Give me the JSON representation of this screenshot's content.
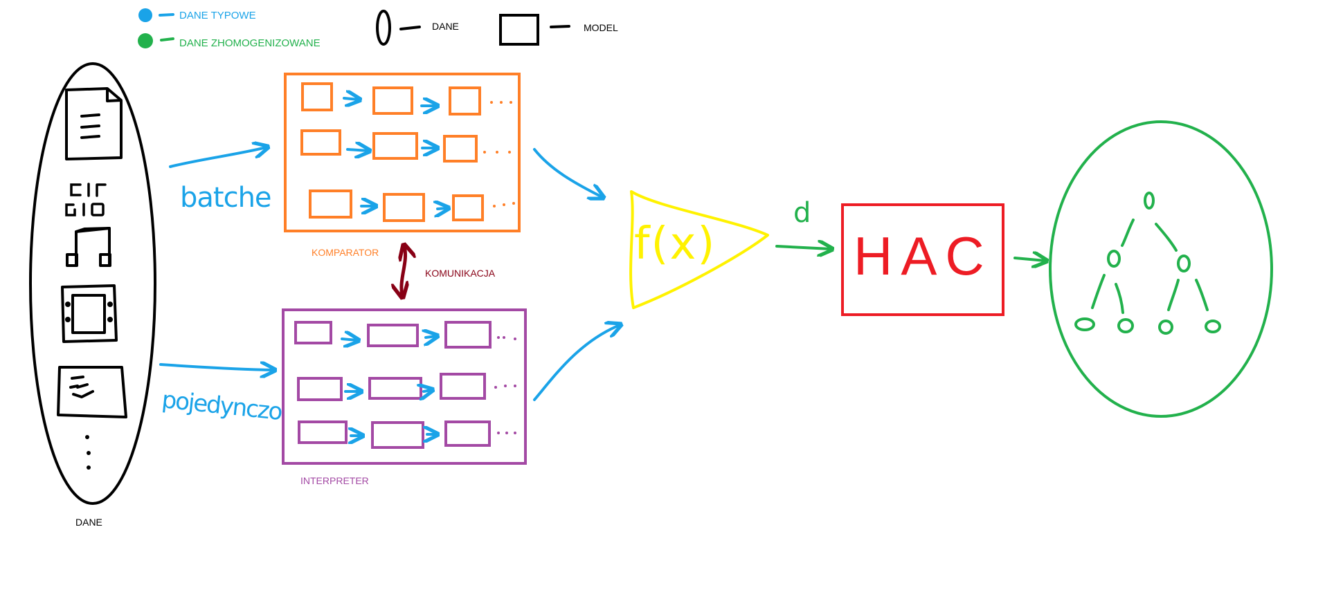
{
  "legend": {
    "typical_label": "DANE TYPOWE",
    "homogenized_label": "DANE ZHOMOGENIZOWANE",
    "data_shape_label": "DANE",
    "model_shape_label": "MODEL"
  },
  "data_source": {
    "label": "DANE"
  },
  "edges": {
    "batches_label": "batche",
    "single_label": "pojedynczo",
    "communication_label": "KOMUNIKACJA",
    "distance_label": "d"
  },
  "comparator": {
    "label": "KOMPARATOR"
  },
  "interpreter": {
    "label": "INTERPRETER"
  },
  "function_node": {
    "label": "f(x)"
  },
  "hac": {
    "label": "HAC"
  },
  "colors": {
    "blue": "#1aa3e8",
    "green": "#22b14c",
    "orange": "#ff7f27",
    "purple": "#a349a4",
    "yellow": "#fff200",
    "red": "#ed1c24",
    "darkred": "#880015",
    "black": "#000000"
  }
}
